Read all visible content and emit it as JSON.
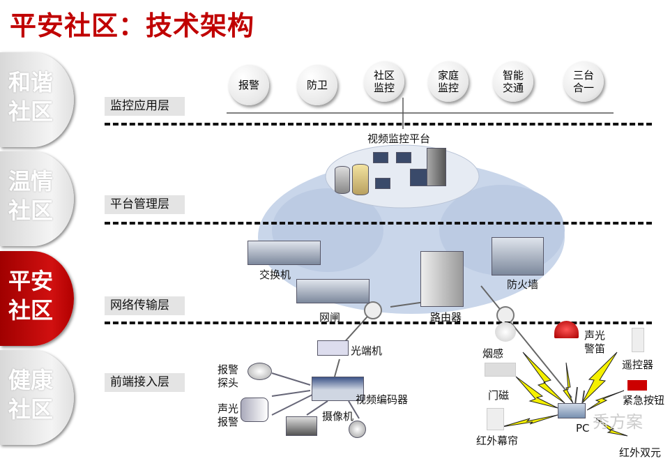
{
  "title": "平安社区：技术架构",
  "tabs": [
    {
      "label": "和谐社区",
      "line1": "和谐",
      "line2": "社区",
      "active": false
    },
    {
      "label": "温情社区",
      "line1": "温情",
      "line2": "社区",
      "active": false
    },
    {
      "label": "平安社区",
      "line1": "平安",
      "line2": "社区",
      "active": true
    },
    {
      "label": "健康社区",
      "line1": "健康",
      "line2": "社区",
      "active": false
    }
  ],
  "layers": [
    "监控应用层",
    "平台管理层",
    "网络传输层",
    "前端接入层"
  ],
  "apps": [
    {
      "l1": "报警",
      "l2": ""
    },
    {
      "l1": "防卫",
      "l2": ""
    },
    {
      "l1": "社区",
      "l2": "监控"
    },
    {
      "l1": "家庭",
      "l2": "监控"
    },
    {
      "l1": "智能",
      "l2": "交通"
    },
    {
      "l1": "三台",
      "l2": "合一"
    }
  ],
  "platform": "视频监控平台",
  "network": {
    "switch": "交换机",
    "gateway": "网闸",
    "router": "路由器",
    "firewall": "防火墙"
  },
  "frontend": {
    "optical": "光端机",
    "encoder": "视频编码器",
    "camera": "摄像机",
    "alarm_probe_1": "报警",
    "alarm_probe_2": "探头",
    "sound_alarm_1": "声光",
    "sound_alarm_2": "报警"
  },
  "wireless": {
    "smoke": "烟感",
    "siren_1": "声光",
    "siren_2": "警笛",
    "remote": "遥控器",
    "door": "门磁",
    "panic": "紧急按钮",
    "curtain": "红外幕帘",
    "pc": "PC",
    "dual": "红外双元"
  },
  "watermark": "秀方案",
  "colors": {
    "accent": "#c00000",
    "cloud": "#c9d6ea"
  }
}
